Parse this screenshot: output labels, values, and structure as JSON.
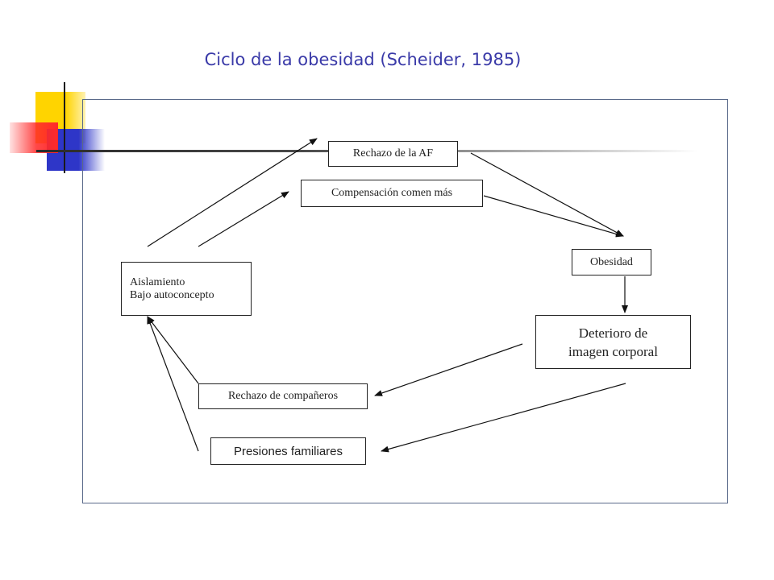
{
  "slide": {
    "title": "Ciclo de la obesidad (Scheider, 1985)"
  },
  "diagram": {
    "nodes": {
      "rechazo_af": "Rechazo de la AF",
      "compensacion": "Compensación comen más",
      "obesidad": "Obesidad",
      "deterioro": [
        "Deterioro de",
        "imagen corporal"
      ],
      "rechazo_companeros": "Rechazo de compañeros",
      "presiones": "Presiones familiares",
      "aislamiento": [
        "Aislamiento",
        "Bajo autoconcepto"
      ]
    }
  },
  "colors": {
    "title": "#3a3aa8",
    "accent_yellow": "#ffd400",
    "accent_blue": "#2e36c8",
    "accent_red": "#ff2a2a"
  }
}
